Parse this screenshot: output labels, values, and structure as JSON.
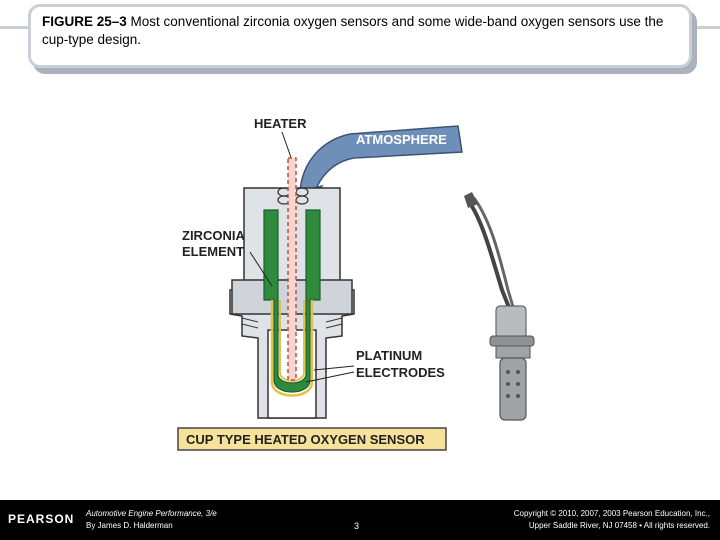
{
  "caption": {
    "figure_label": "FIGURE 25–3",
    "text": " Most conventional zirconia oxygen sensors and some wide-band oxygen sensors use the cup-type design."
  },
  "figure": {
    "labels": {
      "heater": "HEATER",
      "atmosphere": "ATMOSPHERE",
      "zirconia_1": "ZIRCONIA",
      "zirconia_2": "ELEMENT",
      "platinum_1": "PLATINUM",
      "platinum_2": "ELECTRODES",
      "banner": "CUP TYPE HEATED OXYGEN SENSOR"
    },
    "colors": {
      "zirconia_green": "#2e8a3c",
      "heater_red": "#d44a3a",
      "banner_yellow": "#f6e29a",
      "atmosphere_blue": "#6e8fb8"
    }
  },
  "footer": {
    "logo": "PEARSON",
    "book_title": "Automotive Engine Performance, 3/e",
    "author": "By James D. Halderman",
    "page": "3",
    "copyright_1": "Copyright © 2010, 2007, 2003 Pearson Education, Inc.,",
    "copyright_2": "Upper Saddle River, NJ 07458 • All rights reserved."
  }
}
